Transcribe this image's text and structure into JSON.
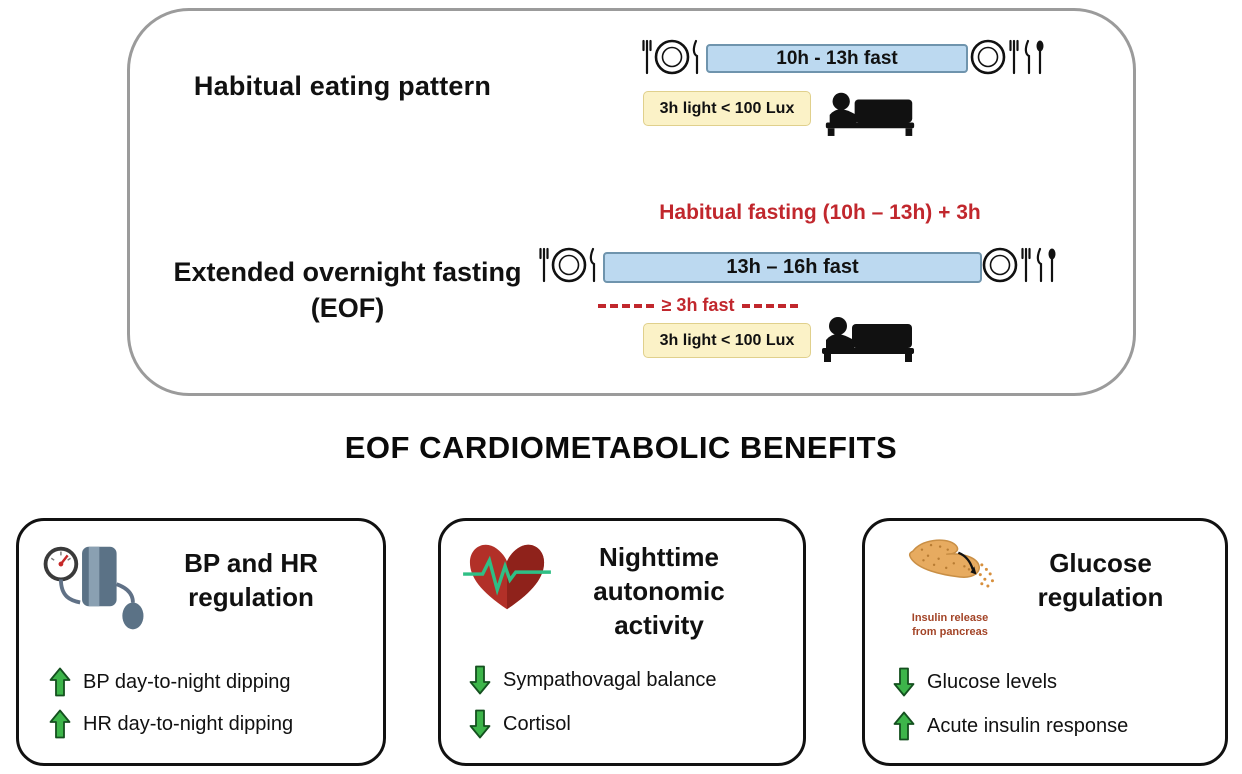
{
  "panel": {
    "habitual": {
      "label": "Habitual eating pattern",
      "fast_bar_label": "10h - 13h fast",
      "light_box_label": "3h light < 100 Lux"
    },
    "eof": {
      "label_line1": "Extended overnight fasting",
      "label_line2": "(EOF)",
      "annotation": "Habitual fasting (10h – 13h) + 3h",
      "fast_bar_label": "13h – 16h fast",
      "min_fast_label": "≥ 3h fast",
      "light_box_label": "3h light < 100 Lux"
    }
  },
  "section_title": "EOF CARDIOMETABOLIC BENEFITS",
  "cards": [
    {
      "title": "BP and HR regulation",
      "icon": "blood-pressure-monitor-icon",
      "items": [
        {
          "direction": "up",
          "text": "BP day-to-night dipping"
        },
        {
          "direction": "up",
          "text": "HR day-to-night dipping"
        }
      ]
    },
    {
      "title": "Nighttime autonomic activity",
      "icon": "heart-ecg-icon",
      "items": [
        {
          "direction": "down",
          "text": "Sympathovagal balance"
        },
        {
          "direction": "down",
          "text": "Cortisol"
        }
      ]
    },
    {
      "title": "Glucose regulation",
      "icon": "pancreas-icon",
      "icon_caption_line1": "Insulin release",
      "icon_caption_line2": "from pancreas",
      "items": [
        {
          "direction": "down",
          "text": "Glucose levels"
        },
        {
          "direction": "up",
          "text": "Acute insulin response"
        }
      ]
    }
  ],
  "colors": {
    "fast_bar_fill": "#bcd9f0",
    "fast_bar_border": "#6f94ad",
    "light_box_fill": "#fbf2c7",
    "annotation_red": "#c1272d",
    "arrow_green": "#3db54a",
    "panel_border": "#9b9b9b"
  }
}
